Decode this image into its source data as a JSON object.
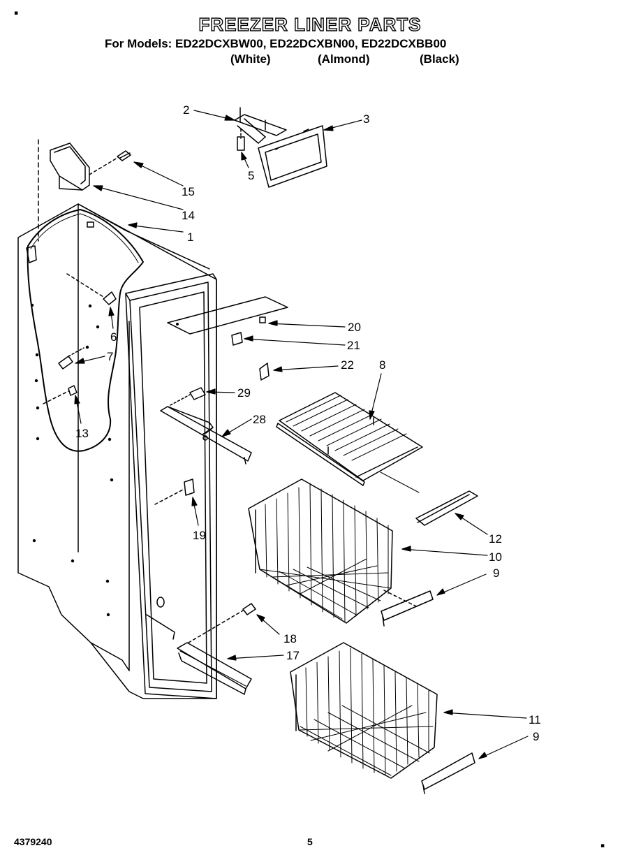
{
  "header": {
    "title": "FREEZER LINER PARTS",
    "models_line": "For Models:  ED22DCXBW00, ED22DCXBN00, ED22DCXBB00",
    "colors": [
      "(White)",
      "(Almond)",
      "(Black)"
    ]
  },
  "callouts": [
    "1",
    "2",
    "3",
    "5",
    "6",
    "7",
    "8",
    "9",
    "9",
    "10",
    "11",
    "12",
    "13",
    "14",
    "15",
    "17",
    "18",
    "19",
    "20",
    "21",
    "22",
    "28",
    "29"
  ],
  "footer": {
    "doc_number": "4379240",
    "page_number": "5"
  },
  "marks": {
    "corner": "▪"
  }
}
